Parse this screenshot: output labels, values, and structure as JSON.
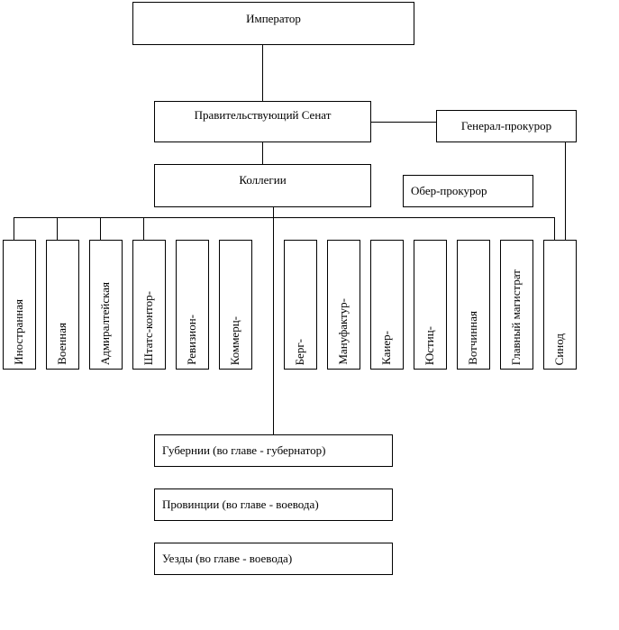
{
  "emperor": "Император",
  "senate": "Правительствующий Сенат",
  "prosecutor_general": "Генерал-прокурор",
  "collegiums": "Коллегии",
  "chief_prosecutor": "Обер-прокурор",
  "colleges": [
    "Иностранная",
    "Военная",
    "Адмиралтейская",
    "Штатс-контор-",
    "Ревизион-",
    "Коммерц-",
    "Берг-",
    "Мануфактур-",
    "Каиер-",
    "Юстиц-",
    "Вотчинная",
    "Главный магистрат",
    "Синод"
  ],
  "governorates": "Губернии (во главе - губернатор)",
  "provinces": "Провинции (во главе - воевода)",
  "uezds": "Уезды (во главе - воевода)"
}
